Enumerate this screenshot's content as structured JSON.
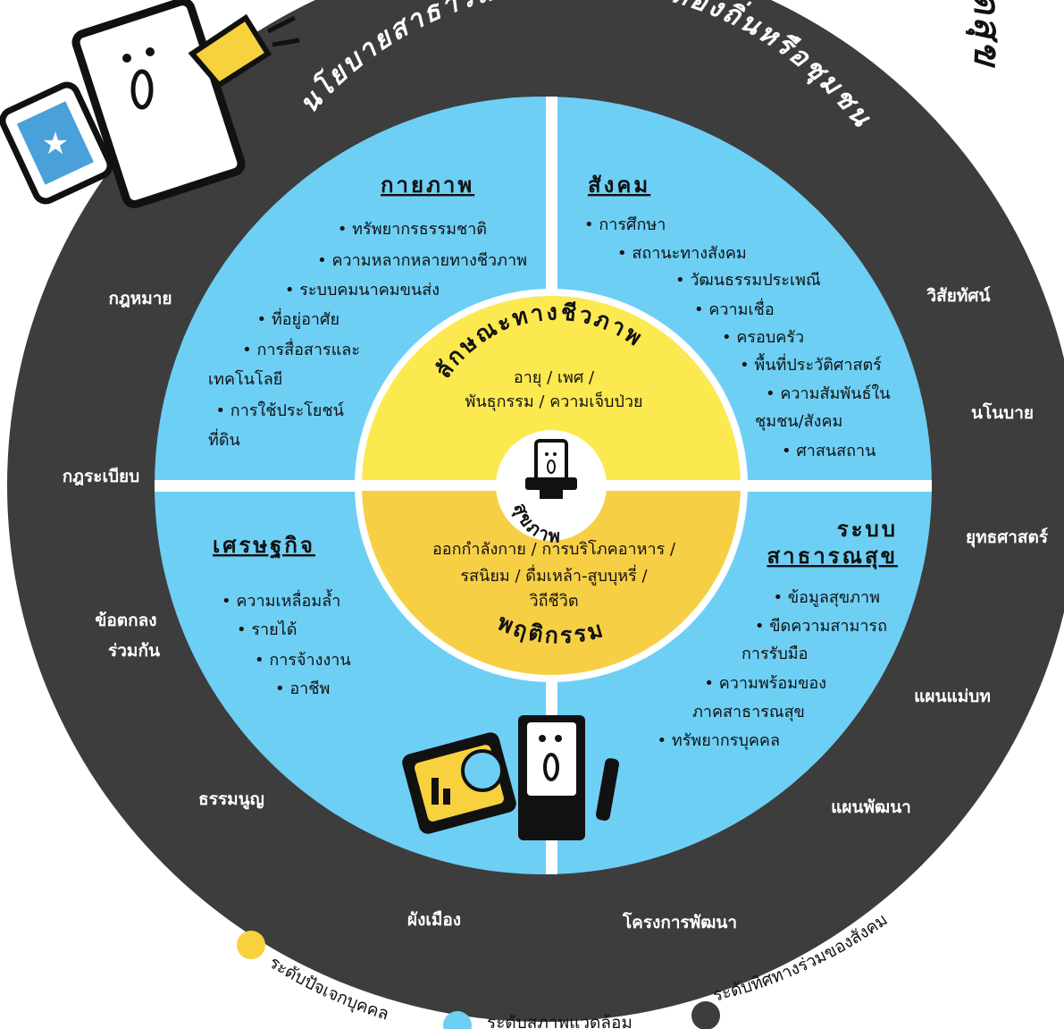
{
  "title_arc_top": "ปัจจัยกำหนดสุขภาพ",
  "outer_arc_line1": "นโยบายสาธารณะ / นโยบายท้องถิ่นหรือชุมชน",
  "outer_ring_words": {
    "left": [
      "กฎหมาย",
      "กฎระเบียบ",
      "ข้อตกลง",
      "ร่วมกัน",
      "ธรรมนูญ",
      "ผังเมือง"
    ],
    "right": [
      "วิสัยทัศน์",
      "นโนบาย",
      "ยุทธศาสตร์",
      "แผนแม่บท",
      "แผนพัฒนา",
      "โครงการพัฒนา"
    ]
  },
  "quadrants": {
    "physical": {
      "heading": "กายภาพ",
      "items": [
        "• ทรัพยากรธรรมชาติ",
        "• ความหลากหลายทางชีวภาพ",
        "• ระบบคมนาคมขนส่ง",
        "• ที่อยู่อาศัย",
        "• การสื่อสารและ",
        "เทคโนโลยี",
        "• การใช้ประโยชน์",
        "ที่ดิน"
      ]
    },
    "social": {
      "heading": "สังคม",
      "items": [
        "• การศึกษา",
        "• สถานะทางสังคม",
        "• วัฒนธรรมประเพณี",
        "• ความเชื่อ",
        "• ครอบครัว",
        "• พื้นที่ประวัติศาสตร์",
        "• ความสัมพันธ์ใน",
        "ชุมชน/สังคม",
        "• ศาสนสถาน"
      ]
    },
    "economic": {
      "heading": "เศรษฐกิจ",
      "items": [
        "• ความเหลื่อมล้ำ",
        "• รายได้",
        "• การจ้างงาน",
        "• อาชีพ"
      ]
    },
    "public_health": {
      "heading_line1": "ระบบ",
      "heading_line2": "สาธารณสุข",
      "items": [
        "• ข้อมูลสุขภาพ",
        "• ขีดความสามารถ",
        "การรับมือ",
        "• ความพร้อมของ",
        "ภาคสาธารณสุข",
        "• ทรัพยากรบุคคล"
      ]
    }
  },
  "core": {
    "biological_title": "ลักษณะทางชีวภาพ",
    "biological_line1": "อายุ / เพศ /",
    "biological_line2": "พันธุกรรม / ความเจ็บป่วย",
    "behavior_line1": "ออกกำลังกาย / การบริโภคอาหาร /",
    "behavior_line2": "รสนิยม  / ดื่มเหล้า-สูบบุหรี่ /",
    "behavior_line3": "วิถีชีวิต",
    "behavior_title": "พฤติกรรม",
    "center_label": "สุขภาพ"
  },
  "legend": {
    "individual": "ระดับปัจเจกบุคคล",
    "environment": "ระดับสภาพแวดล้อม",
    "social_direction": "ระดับทิศทางร่วมของสังคม"
  },
  "colors": {
    "ring_dark": "#3d3d3d",
    "blue": "#6ecff5",
    "yellow_light": "#fbe94f",
    "yellow_dark": "#f7cf45",
    "accent_yellow": "#f7d23e",
    "divider": "#ffffff"
  },
  "icons": [
    "megaphone-mascot-icon",
    "clipboard-star-icon",
    "phone-mascot-icon",
    "presenter-mascot-icon",
    "chart-board-icon",
    "pen-icon"
  ]
}
